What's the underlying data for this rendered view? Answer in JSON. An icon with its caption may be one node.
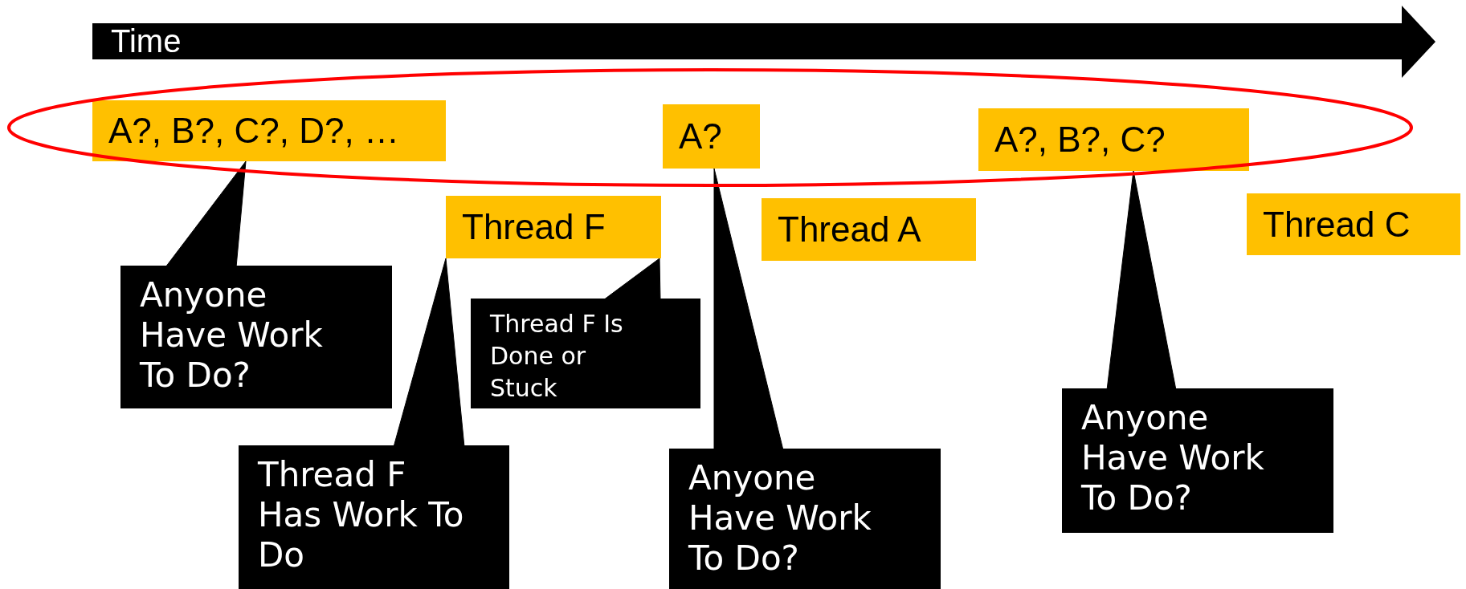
{
  "diagram": {
    "nodes": [
      {
        "text": [
          "A?, B?, C?, D?, …"
        ]
      },
      {
        "text": [
          "A?"
        ]
      },
      {
        "text": [
          "A?, B?, C?"
        ]
      },
      {
        "text": [
          "Thread F"
        ]
      },
      {
        "text": [
          "Thread A"
        ]
      },
      {
        "text": [
          "Thread C"
        ]
      },
      {
        "text": [
          "Anyone Have Work To Do?"
        ]
      },
      {
        "text": [
          "Thread F Has Work To Do"
        ]
      },
      {
        "text": [
          "Thread F Is Done or Stuck"
        ]
      },
      {
        "text": [
          "Anyone Have Work To Do?"
        ]
      },
      {
        "text": [
          "Anyone Have Work To Do?"
        ]
      }
    ],
    "edges": [
      {
        "from": 6,
        "to": 0,
        "arrow": "to"
      },
      {
        "from": 7,
        "to": 3,
        "arrow": "to"
      },
      {
        "from": 8,
        "to": 3,
        "arrow": "to"
      },
      {
        "from": 9,
        "to": 1,
        "arrow": "to"
      },
      {
        "from": 10,
        "to": 2,
        "arrow": "to"
      }
    ],
    "labels": [
      "Time"
    ]
  }
}
